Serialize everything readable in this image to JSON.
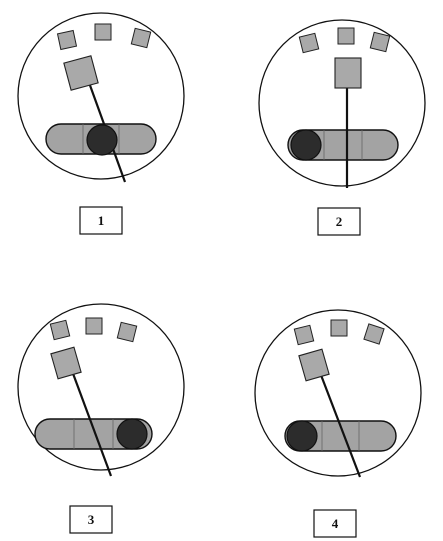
{
  "colors": {
    "stroke": "#111111",
    "square_fill": "#a9a9a9",
    "bar_fill": "#a3a3a3",
    "ball_fill": "#2c2c2c",
    "background": "#ffffff"
  },
  "panels": [
    {
      "label": "1"
    },
    {
      "label": "2"
    },
    {
      "label": "3"
    },
    {
      "label": "4"
    }
  ]
}
